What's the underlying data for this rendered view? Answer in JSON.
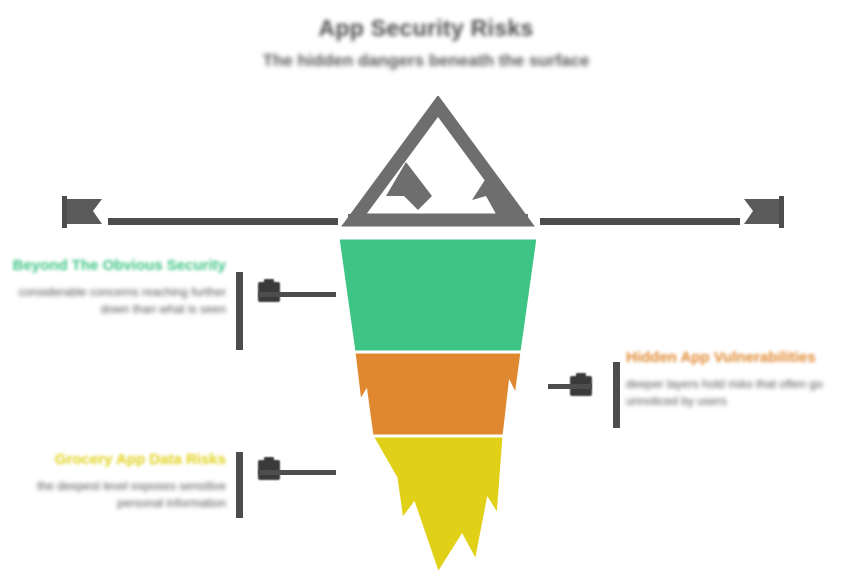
{
  "title": {
    "main": "App Security Risks",
    "sub": "The hidden dangers beneath the surface"
  },
  "waterline": {
    "label": "waterline",
    "flag_left_icon": "flag-marker-icon",
    "flag_right_icon": "flag-marker-icon"
  },
  "iceberg": {
    "tip_label": "visible-risks-peak",
    "colors": {
      "green": "#3ec585",
      "orange": "#e0882f",
      "yellow": "#e0d118",
      "gray": "#6e6e6e",
      "dark": "#4d4d4d"
    }
  },
  "callouts": [
    {
      "id": "green",
      "side": "left",
      "heading": "Beyond The Obvious Security",
      "body": "considerable concerns reaching further down than what is seen",
      "color": "#3ec585",
      "icon": "panel-icon"
    },
    {
      "id": "orange",
      "side": "right",
      "heading": "Hidden App Vulnerabilities",
      "body": "deeper layers hold risks that often go unnoticed by users",
      "color": "#e0882f",
      "icon": "panel-icon"
    },
    {
      "id": "yellow",
      "side": "left",
      "heading": "Grocery App Data Risks",
      "body": "the deepest level exposes sensitive personal information",
      "color": "#e0d118",
      "icon": "panel-icon"
    }
  ]
}
